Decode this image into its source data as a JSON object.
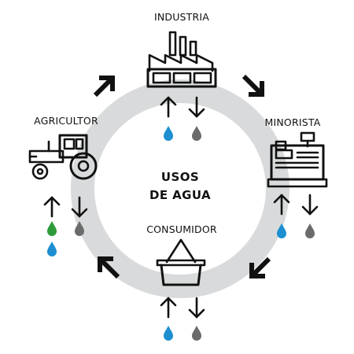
{
  "center": {
    "line1": "USOS",
    "line2": "DE AGUA"
  },
  "nodes": {
    "industria": {
      "label": "INDUSTRIA"
    },
    "minorista": {
      "label": "MINORISTA"
    },
    "consumidor": {
      "label": "CONSUMIDOR"
    },
    "agricultor": {
      "label": "AGRICULTOR"
    }
  },
  "colors": {
    "ring": "#d9dadb",
    "ink": "#111111",
    "drop_blue": "#1d8fd1",
    "drop_gray": "#6b6b6b",
    "drop_green": "#2e9b3a"
  },
  "icons": {
    "industria": "factory-icon",
    "minorista": "cash-register-icon",
    "consumidor": "shopping-basket-icon",
    "agricultor": "tractor-icon"
  }
}
